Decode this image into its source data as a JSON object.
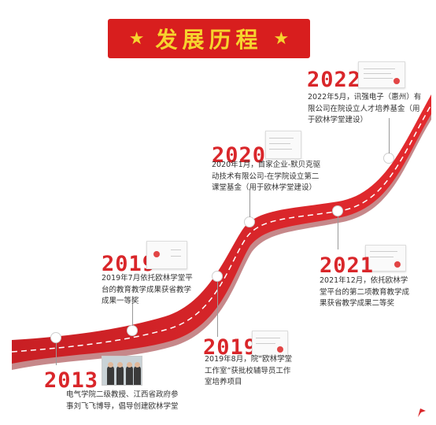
{
  "header": {
    "title": "发展历程",
    "star": "★"
  },
  "colors": {
    "accent": "#d9262a",
    "banner": "#d81e1e",
    "gold": "#f6d42e"
  },
  "milestones": [
    {
      "year": "2013",
      "text": [
        "电气学院二级教授、江西省政府参",
        "事刘飞飞博导，倡导创建欧林学堂"
      ]
    },
    {
      "year": "2019",
      "text": [
        "2019年7月依托欧林学堂平",
        "台的教育教学成果获省教学",
        "成果一等奖"
      ]
    },
    {
      "year": "2019",
      "text": [
        "2019年8月，院“欧林学堂",
        "工作室”获批校辅导员工作",
        "室培养项目"
      ]
    },
    {
      "year": "2020",
      "text": [
        "2020年1月，首家企业-默贝克驱",
        "动技术有限公司-在学院设立第二",
        "课堂基金（用于欧林学堂建设）"
      ]
    },
    {
      "year": "2021",
      "text": [
        "2021年12月，依托欧林学",
        "堂平台的第二项教育教学成",
        "果获省教学成果二等奖"
      ]
    },
    {
      "year": "2022",
      "text": [
        "2022年5月，讯强电子（惠州）有",
        "限公司在院设立人才培养基金（用",
        "于欧林学堂建设）"
      ]
    }
  ]
}
